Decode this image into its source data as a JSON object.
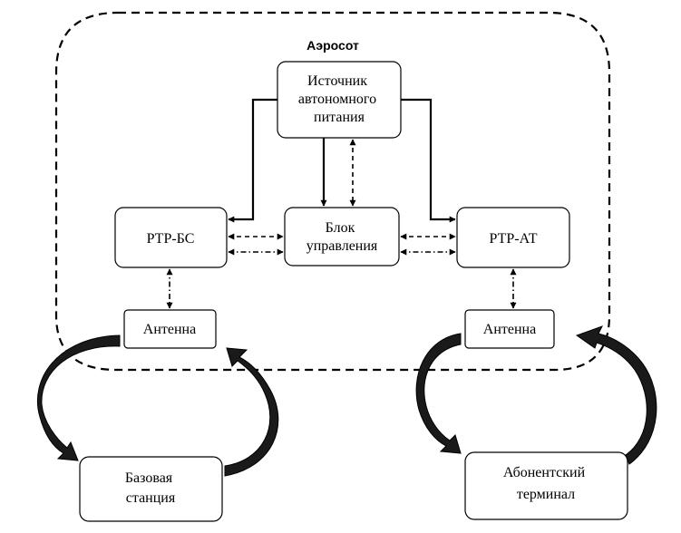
{
  "aerostat_label": "Аэросот",
  "nodes": {
    "power_source": [
      "Источник",
      "автономного",
      "питания"
    ],
    "control_unit": [
      "Блок",
      "управления"
    ],
    "rtr_bs": [
      "РТР-БС"
    ],
    "rtr_at": [
      "РТР-АТ"
    ],
    "antenna_left": [
      "Антенна"
    ],
    "antenna_right": [
      "Антенна"
    ],
    "base_station": [
      "Базовая",
      "станция"
    ],
    "subscriber_terminal": [
      "Абонентский",
      "терминал"
    ]
  },
  "colors": {
    "line": "#000000",
    "arrow_fill": "#1a1a1a",
    "box_fill": "#ffffff"
  }
}
